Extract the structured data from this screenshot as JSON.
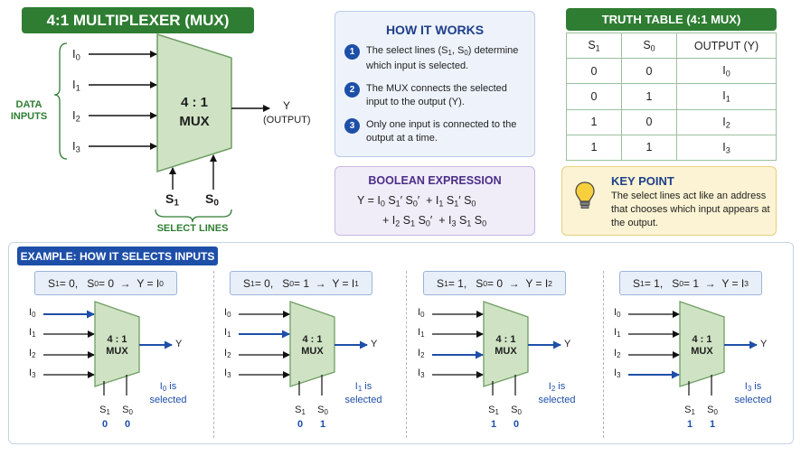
{
  "title": "4:1 MULTIPLEXER (MUX)",
  "main_diagram": {
    "data_inputs_label": [
      "DATA",
      "INPUTS"
    ],
    "inputs": [
      {
        "base": "I",
        "sub": "0"
      },
      {
        "base": "I",
        "sub": "1"
      },
      {
        "base": "I",
        "sub": "2"
      },
      {
        "base": "I",
        "sub": "3"
      }
    ],
    "mux_label": [
      "4 : 1",
      "MUX"
    ],
    "output_label": "Y",
    "output_caption": "(OUTPUT)",
    "selects": [
      {
        "base": "S",
        "sub": "1"
      },
      {
        "base": "S",
        "sub": "0"
      }
    ],
    "select_lines_label": "SELECT LINES"
  },
  "how_it_works": {
    "title": "HOW IT WORKS",
    "items": [
      {
        "num": "1",
        "html": "The select lines (S<span class=\"sub\">1</span>, S<span class=\"sub\">0</span>) determine which input is selected."
      },
      {
        "num": "2",
        "html": "The MUX connects the selected input to the output (Y)."
      },
      {
        "num": "3",
        "html": "Only one input is connected to the output at a time."
      }
    ]
  },
  "boolean": {
    "title": "BOOLEAN EXPRESSION",
    "line1": "Y = I<span class=\"sub\">0</span> S<span class=\"sub\">1</span>′ S<span class=\"sub\">0</span>′ &nbsp;+ I<span class=\"sub\">1</span> S<span class=\"sub\">1</span>′ S<span class=\"sub\">0</span>",
    "line2": "+ I<span class=\"sub\">2</span> S<span class=\"sub\">1</span> S<span class=\"sub\">0</span>′ &nbsp;+ I<span class=\"sub\">3</span> S<span class=\"sub\">1</span> S<span class=\"sub\">0</span>"
  },
  "truth_table": {
    "title": "TRUTH TABLE (4:1 MUX)",
    "headers": [
      "S<span class=\"sub\">1</span>",
      "S<span class=\"sub\">0</span>",
      "OUTPUT (Y)"
    ],
    "rows": [
      [
        "0",
        "0",
        "I<span class=\"sub\">0</span>"
      ],
      [
        "0",
        "1",
        "I<span class=\"sub\">1</span>"
      ],
      [
        "1",
        "0",
        "I<span class=\"sub\">2</span>"
      ],
      [
        "1",
        "1",
        "I<span class=\"sub\">3</span>"
      ]
    ]
  },
  "key_point": {
    "icon": "lightbulb-icon",
    "title": "KEY POINT",
    "text": "The select lines act like an address that chooses which input appears at the output."
  },
  "example": {
    "title": "EXAMPLE: HOW IT SELECTS INPUTS",
    "panels": [
      {
        "s1": "0",
        "s0": "0",
        "selected": 0
      },
      {
        "s1": "0",
        "s0": "1",
        "selected": 1
      },
      {
        "s1": "1",
        "s0": "0",
        "selected": 2
      },
      {
        "s1": "1",
        "s0": "1",
        "selected": 3
      }
    ],
    "selected_suffix": "is",
    "selected_word": "selected",
    "mux_label": [
      "4 : 1",
      "MUX"
    ],
    "output_label": "Y"
  },
  "colors": {
    "green": "#2e7d32",
    "mux_fill": "#cfe3c4",
    "mux_stroke": "#6f9f62",
    "blue": "#1e4fa8"
  }
}
